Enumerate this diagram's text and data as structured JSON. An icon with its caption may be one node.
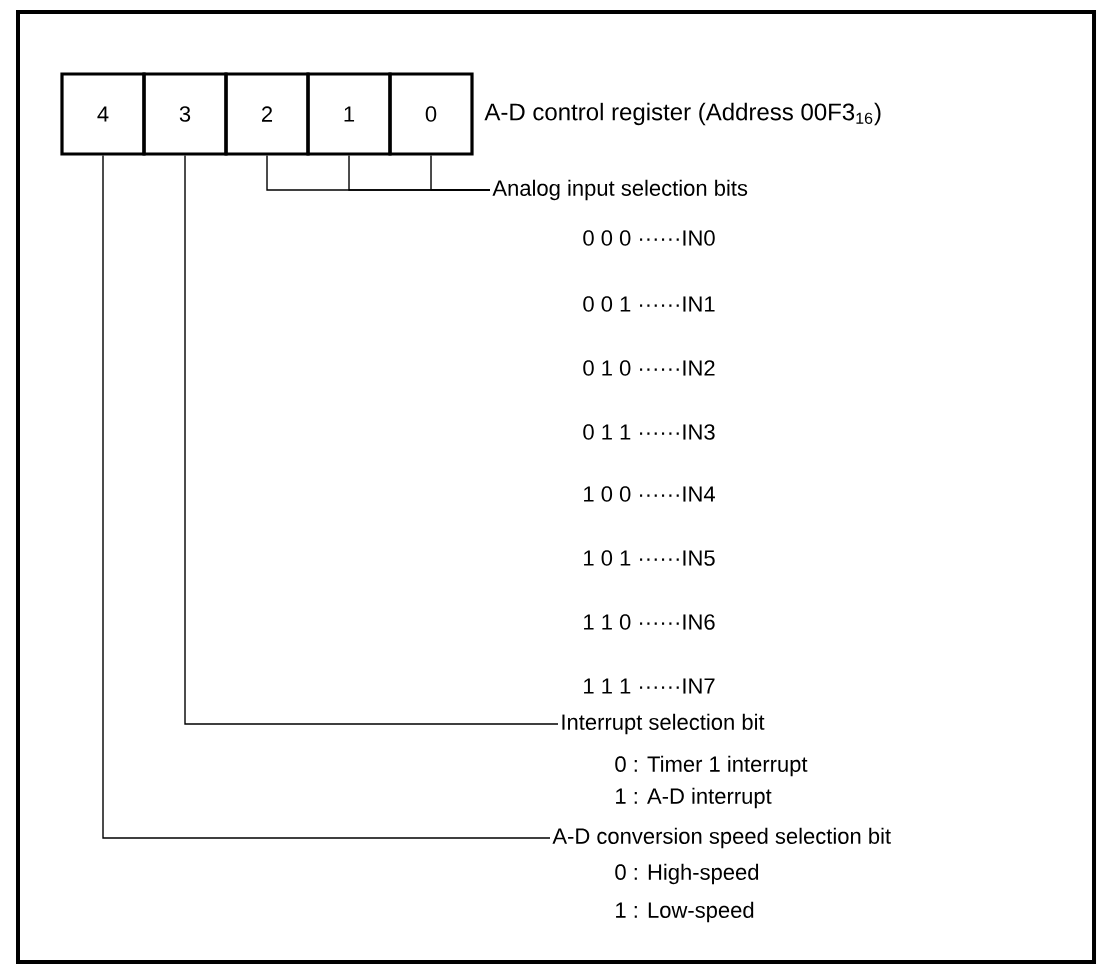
{
  "diagram": {
    "nodes": [
      {
        "text": [
          "4"
        ]
      },
      {
        "text": [
          "3"
        ]
      },
      {
        "text": [
          "2"
        ]
      },
      {
        "text": [
          "1"
        ]
      },
      {
        "text": [
          "0"
        ]
      },
      {
        "text": [
          "Analog input selection bits"
        ]
      },
      {
        "text": [
          "Interrupt selection bit"
        ]
      },
      {
        "text": [
          "A-D conversion speed selection bit"
        ]
      }
    ],
    "edges": [
      {
        "from": 2,
        "to": 5,
        "arrow": "none"
      },
      {
        "from": 3,
        "to": 5,
        "arrow": "none"
      },
      {
        "from": 4,
        "to": 5,
        "arrow": "none"
      },
      {
        "from": 1,
        "to": 6,
        "arrow": "none"
      },
      {
        "from": 0,
        "to": 7,
        "arrow": "none"
      }
    ],
    "labels": [
      "A-D control register (Address 00F3$_{16}$)",
      "0 0 0 ······IN0",
      "0 0 1 ······IN1",
      "0 1 0 ······IN2",
      "0 1 1 ······IN3",
      "1 0 0 ······IN4",
      "1 0 1 ······IN5",
      "1 1 0 ······IN6",
      "1 1 1 ······IN7",
      "0 : Timer 1 interrupt",
      "1 : A-D interrupt",
      "0 : High-speed",
      "1 : Low-speed"
    ]
  }
}
